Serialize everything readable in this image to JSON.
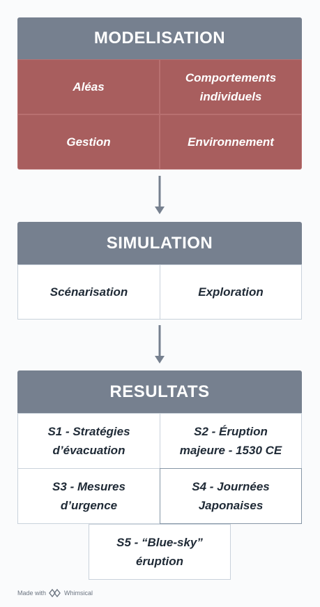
{
  "modelisation": {
    "title": "MODELISATION",
    "items": [
      "Aléas",
      "Comportements\nindividuels",
      "Gestion",
      "Environnement"
    ]
  },
  "simulation": {
    "title": "SIMULATION",
    "items": [
      "Scénarisation",
      "Exploration"
    ]
  },
  "resultats": {
    "title": "RESULTATS",
    "items": [
      "S1 - Stratégies\nd’évacuation",
      "S2 - Éruption\nmajeure - 1530 CE",
      "S3 - Mesures\nd’urgence",
      "S4 - Journées\nJaponaises",
      "S5 - “Blue-sky”\néruption"
    ]
  },
  "footer": {
    "made_with": "Made with",
    "brand": "Whimsical",
    "logo_icon": "whimsical-logo-icon"
  },
  "colors": {
    "header": "#76808f",
    "red_cell": "#a85e5e",
    "border": "#c9d2db",
    "arrow": "#76808f"
  }
}
